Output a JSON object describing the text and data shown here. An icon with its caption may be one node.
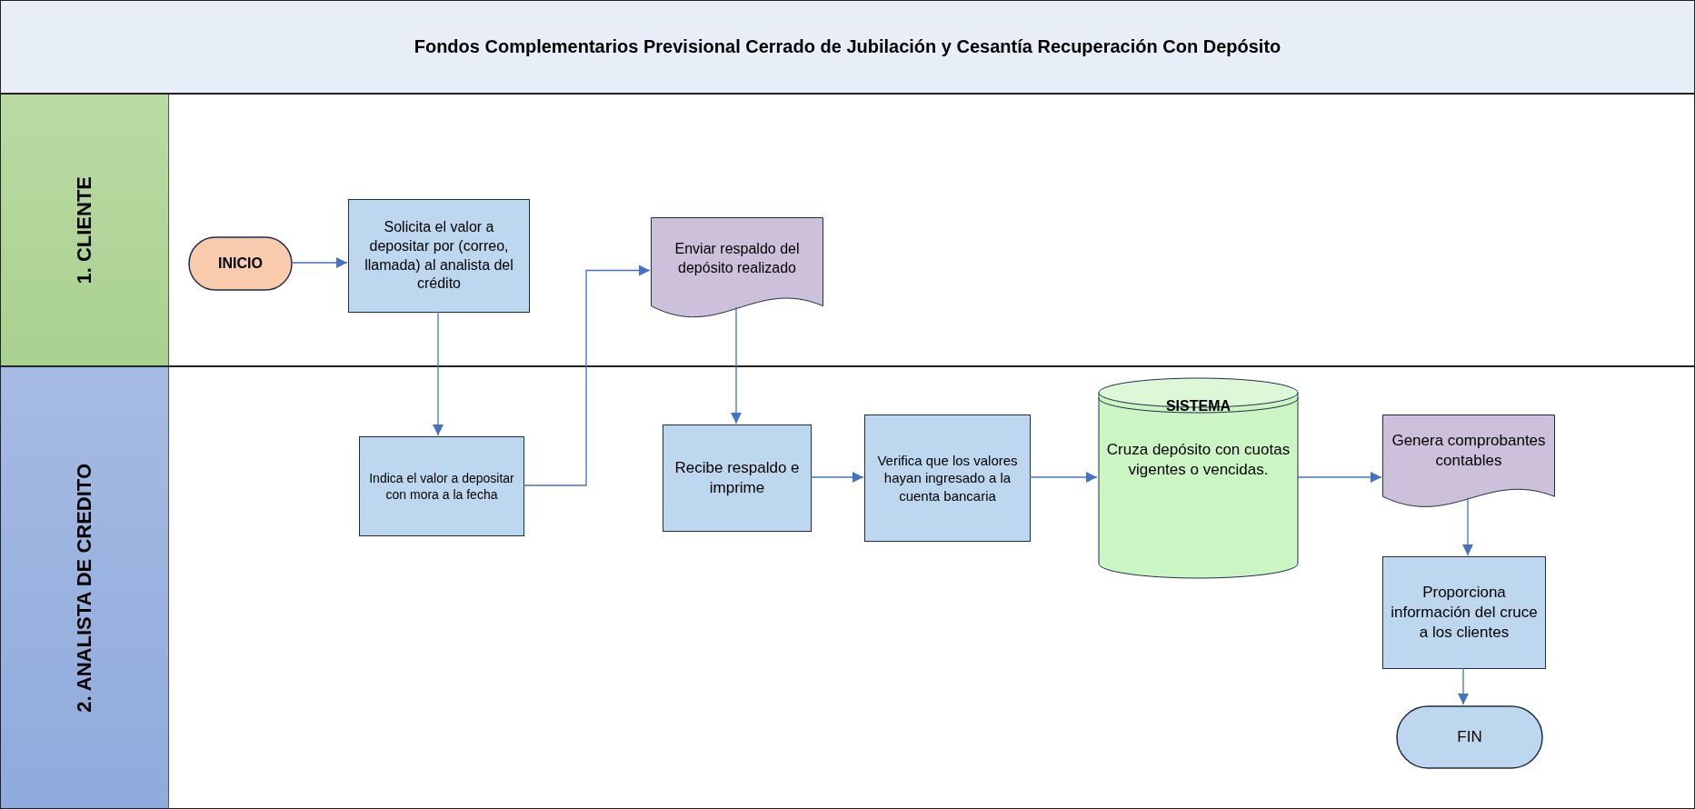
{
  "diagram": {
    "title": "Fondos Complementarios Previsional Cerrado de Jubilación y Cesantía Recuperación Con Depósito",
    "nodes": [
      {
        "text": [
          "1. CLIENTE"
        ]
      },
      {
        "text": [
          "INICIO"
        ],
        "in": 0
      },
      {
        "text": [
          "Solicita el valor a depositar por (correo, llamada) al analista del crédito"
        ],
        "in": 0
      },
      {
        "text": [
          "Enviar respaldo del depósito realizado"
        ],
        "in": 0
      },
      {
        "text": [
          "2. ANALISTA DE CREDITO"
        ]
      },
      {
        "text": [
          "Indica el valor a depositar con mora a la fecha"
        ],
        "in": 4
      },
      {
        "text": [
          "Recibe respaldo e imprime"
        ],
        "in": 4
      },
      {
        "text": [
          "Verifica que los valores hayan ingresado a la cuenta bancaria"
        ],
        "in": 4
      },
      {
        "text": [
          "SISTEMA",
          "Cruza depósito con cuotas vigentes o vencidas."
        ],
        "in": 4
      },
      {
        "text": [
          "Genera comprobantes contables"
        ],
        "in": 4
      },
      {
        "text": [
          "Proporciona información del cruce a los clientes"
        ],
        "in": 4
      },
      {
        "text": [
          "FIN"
        ],
        "in": 4
      }
    ],
    "edges": [
      {
        "from": 1,
        "to": 2,
        "arrow": "to"
      },
      {
        "from": 2,
        "to": 5,
        "arrow": "to"
      },
      {
        "from": 5,
        "to": 3,
        "arrow": "to"
      },
      {
        "from": 3,
        "to": 6,
        "arrow": "to"
      },
      {
        "from": 6,
        "to": 7,
        "arrow": "to"
      },
      {
        "from": 7,
        "to": 8,
        "arrow": "to"
      },
      {
        "from": 8,
        "to": 9,
        "arrow": "to"
      },
      {
        "from": 9,
        "to": 10,
        "arrow": "to"
      },
      {
        "from": 10,
        "to": 11,
        "arrow": "to"
      }
    ]
  }
}
